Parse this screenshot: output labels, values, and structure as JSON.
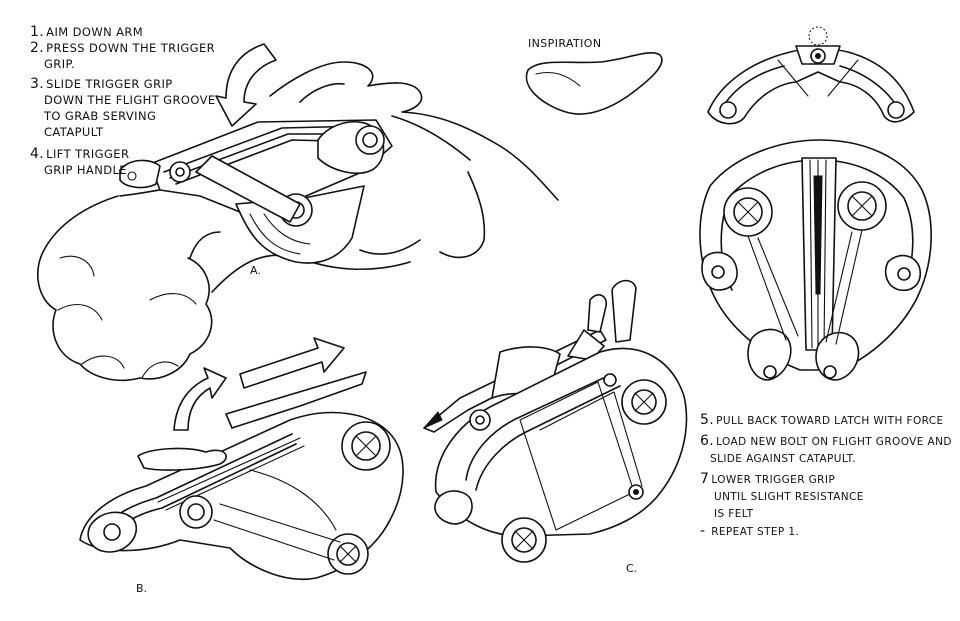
{
  "steps_left": [
    {
      "num": "1.",
      "lines": [
        "AIM DOWN ARM"
      ]
    },
    {
      "num": "2.",
      "lines": [
        "PRESS DOWN THE TRIGGER",
        "GRIP."
      ]
    },
    {
      "num": "3.",
      "lines": [
        "SLIDE TRIGGER GRIP",
        "DOWN THE FLIGHT GROOVE",
        "TO GRAB SERVING",
        "CATAPULT"
      ]
    },
    {
      "num": "4.",
      "lines": [
        "LIFT TRIGGER",
        "GRIP HANDLE"
      ]
    }
  ],
  "inspiration_label": "INSPIRATION",
  "steps_right": [
    {
      "num": "5.",
      "lines": [
        "PULL BACK TOWARD LATCH WITH FORCE"
      ]
    },
    {
      "num": "6.",
      "lines": [
        "LOAD NEW BOLT ON FLIGHT GROOVE AND",
        "SLIDE AGAINST CATAPULT."
      ]
    },
    {
      "num": "7",
      "lines": [
        "LOWER TRIGGER GRIP",
        "UNTIL SLIGHT RESISTANCE",
        "IS FELT"
      ]
    },
    {
      "num": "-",
      "lines": [
        "REPEAT STEP 1."
      ]
    }
  ],
  "figure_labels": {
    "a": "A.",
    "b": "B.",
    "c": "C."
  }
}
